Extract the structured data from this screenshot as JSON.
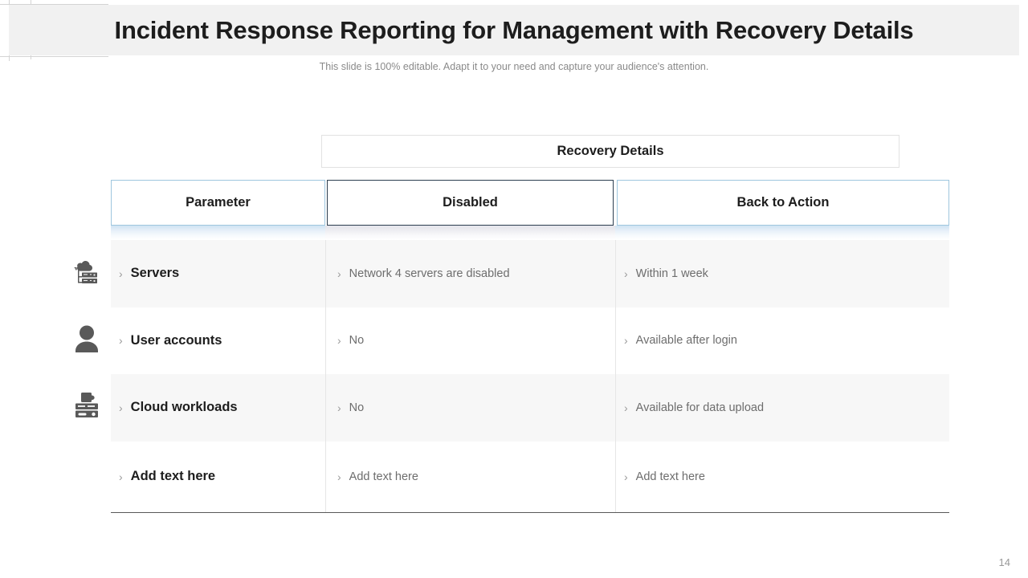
{
  "slide": {
    "title": "Incident Response Reporting for Management with Recovery Details",
    "subtitle": "This slide is 100% editable. Adapt it to your need and capture your audience's attention.",
    "page_number": "14"
  },
  "panel": {
    "heading": "Recovery Details"
  },
  "table": {
    "columns": [
      {
        "label": "Parameter",
        "accent": "#9ec6de"
      },
      {
        "label": "Disabled",
        "accent": "#2c3e50"
      },
      {
        "label": "Back to Action",
        "accent": "#9ec6de"
      }
    ],
    "bullet_glyph": "›",
    "rows": [
      {
        "icon": "cloud-server-icon",
        "parameter": "Servers",
        "disabled": "Network 4 servers are disabled",
        "back_to_action": "Within 1 week"
      },
      {
        "icon": "user-account-icon",
        "parameter": "User accounts",
        "disabled": "No",
        "back_to_action": "Available after login"
      },
      {
        "icon": "cloud-workload-icon",
        "parameter": "Cloud workloads",
        "disabled": "No",
        "back_to_action": "Available for data upload"
      },
      {
        "icon": "",
        "parameter": "Add text here",
        "disabled": "Add text here",
        "back_to_action": "Add text here"
      }
    ]
  },
  "colors": {
    "banner_bg": "#f1f1f1",
    "title_text": "#1d1d1d",
    "subtitle_text": "#8a8a8a",
    "row_shaded": "#f7f7f7",
    "row_plain": "#ffffff",
    "body_text": "#6d6d6d",
    "icon_fill": "#595959",
    "header_accent_light": "#9ec6de",
    "header_accent_dark": "#2c3e50"
  }
}
